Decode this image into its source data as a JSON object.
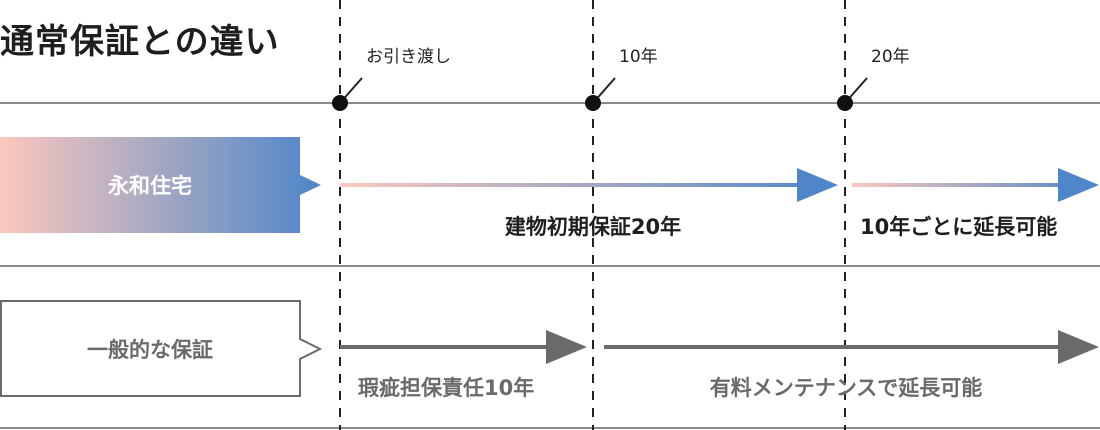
{
  "title": "通常保証との違い",
  "milestones": [
    {
      "id": "handover",
      "label": "お引き渡し"
    },
    {
      "id": "y10",
      "label": "10年"
    },
    {
      "id": "y20",
      "label": "20年"
    }
  ],
  "rows": {
    "eiwa": {
      "name": "永和住宅",
      "segments": [
        "建物初期保証20年",
        "10年ごとに延長可能"
      ],
      "colors": {
        "start": "#fbc8bd",
        "end": "#4e86c9"
      }
    },
    "general": {
      "name": "一般的な保証",
      "segments": [
        "瑕疵担保責任10年",
        "有料メンテナンスで延長可能"
      ],
      "colors": {
        "arrow": "#6a6a6a",
        "text": "#6a6a6a",
        "border": "#6a6a6a"
      }
    }
  },
  "colors": {
    "line": "#8a8a8a",
    "text": "#1e1e1e"
  }
}
